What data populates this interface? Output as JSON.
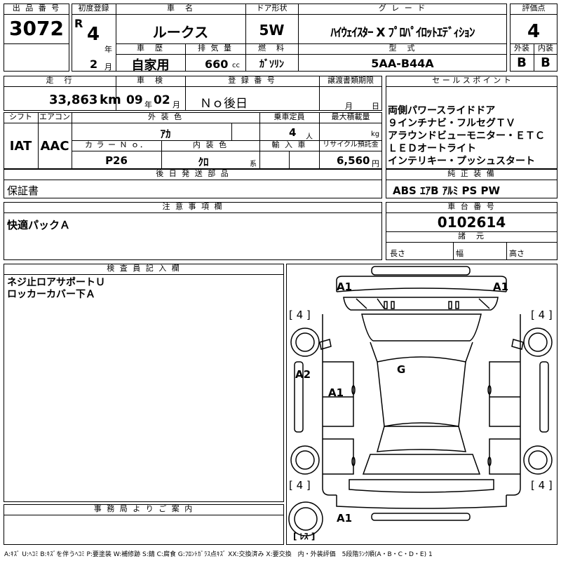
{
  "header": {
    "lot_label": "出 品 番 号",
    "lot_number": "3072",
    "first_reg_label": "初度登録",
    "era_letter": "R",
    "reg_year": "4",
    "year_unit": "年",
    "reg_month": "2",
    "month_unit": "月",
    "car_name_label": "車　名",
    "car_name": "ルークス",
    "door_label": "ドア形状",
    "door_value": "5W",
    "grade_label": "グ レ ー ド",
    "grade_value": "ﾊｲｳｪｲｽﾀｰ X ﾌﾟﾛﾊﾟｲﾛｯﾄｴﾃﾞｨｼｮﾝ",
    "score_label": "評価点",
    "score_value": "4",
    "history_label": "車　歴",
    "history_value": "自家用",
    "displacement_label": "排 気 量",
    "displacement_value": "660",
    "displacement_unit": "cc",
    "fuel_label": "燃　料",
    "fuel_value": "ｶﾞｿﾘﾝ",
    "model_label": "型　式",
    "model_value": "5AA-B44A",
    "exterior_label": "外装",
    "exterior_value": "B",
    "interior_label": "内装",
    "interior_value": "B"
  },
  "row2": {
    "mileage_label": "走　行",
    "mileage_value": "33,863",
    "mileage_unit": "km",
    "inspection_label": "車　検",
    "inspection_year": "09",
    "inspection_year_unit": "年",
    "inspection_month": "02",
    "inspection_month_unit": "月",
    "reg_number_label": "登 録 番 号",
    "reg_number_value": "Ｎｏ後日",
    "transfer_label": "譲渡書類期限",
    "transfer_month_unit": "月",
    "transfer_day_unit": "日",
    "sales_points_label": "セ ー ル ス ポ イ ン ト",
    "sales_points": [
      "両側パワースライドドア",
      "９インチナビ・フルセグＴＶ",
      "アラウンドビューモニター・ＥＴＣ",
      "ＬＥＤオートライト",
      "インテリキー・プッシュスタート"
    ]
  },
  "row3": {
    "shift_label": "シフト",
    "shift_value": "IAT",
    "ac_label": "エアコン",
    "ac_value": "AAC",
    "ext_color_label": "外 装 色",
    "ext_color_value": "ｱｶ",
    "capacity_label": "乗車定員",
    "capacity_value": "4",
    "capacity_unit": "人",
    "max_load_label": "最大積載量",
    "max_load_unit": "kg",
    "color_no_label": "カ ラ ー Ｎ ｏ．",
    "color_no_value": "P26",
    "int_color_label": "内 装 色",
    "int_color_value": "ｸﾛ",
    "int_color_suffix": "系",
    "import_label": "輸 入 車",
    "recycle_label": "リサイクル預託金",
    "recycle_value": "6,560",
    "recycle_unit": "円",
    "later_parts_label": "後 日 発 送 部 品",
    "later_parts_value": "保証書",
    "equipment_label": "純 正 装 備",
    "equipment_value": "ABS ｴｱB ｱﾙﾐ PS PW"
  },
  "notes": {
    "caution_label": "注 意 事 項 欄",
    "caution_value": "快適パックＡ",
    "chassis_label": "車 台 番 号",
    "chassis_value": "0102614",
    "spec_label": "諸　元",
    "length_label": "長さ",
    "width_label": "幅",
    "height_label": "高さ"
  },
  "inspector": {
    "label": "検 査 員 記 入 欄",
    "lines": [
      "ネジ止ロアサポートＵ",
      "ロッカーカバー下Ａ"
    ]
  },
  "office": {
    "label": "事 務 局 よ り ご 案 内"
  },
  "diagram": {
    "marks": {
      "front_left": "A1",
      "front_right": "A1",
      "tire_fl": "[ 4 ]",
      "tire_fr": "[ 4 ]",
      "tire_rl": "[ 4 ]",
      "tire_rr": "[ 4 ]",
      "left_door": "A2",
      "left_side": "A1",
      "roof": "G",
      "rear": "A1",
      "spare": "[ ﾚｽ ]"
    }
  },
  "legend": "A:ｷｽﾞ U:ﾍｺﾐ B:ｷｽﾞを伴うﾍｺﾐ P:要塗装 W:補修跡 S:錆 C:腐食 G:ﾌﾛﾝﾄｶﾞﾗｽ点ｷｽﾞ XX:交換済み X:要交換　内・外装評価　5段階ﾗﾝｸ順(A・B・C・D・E) 1"
}
